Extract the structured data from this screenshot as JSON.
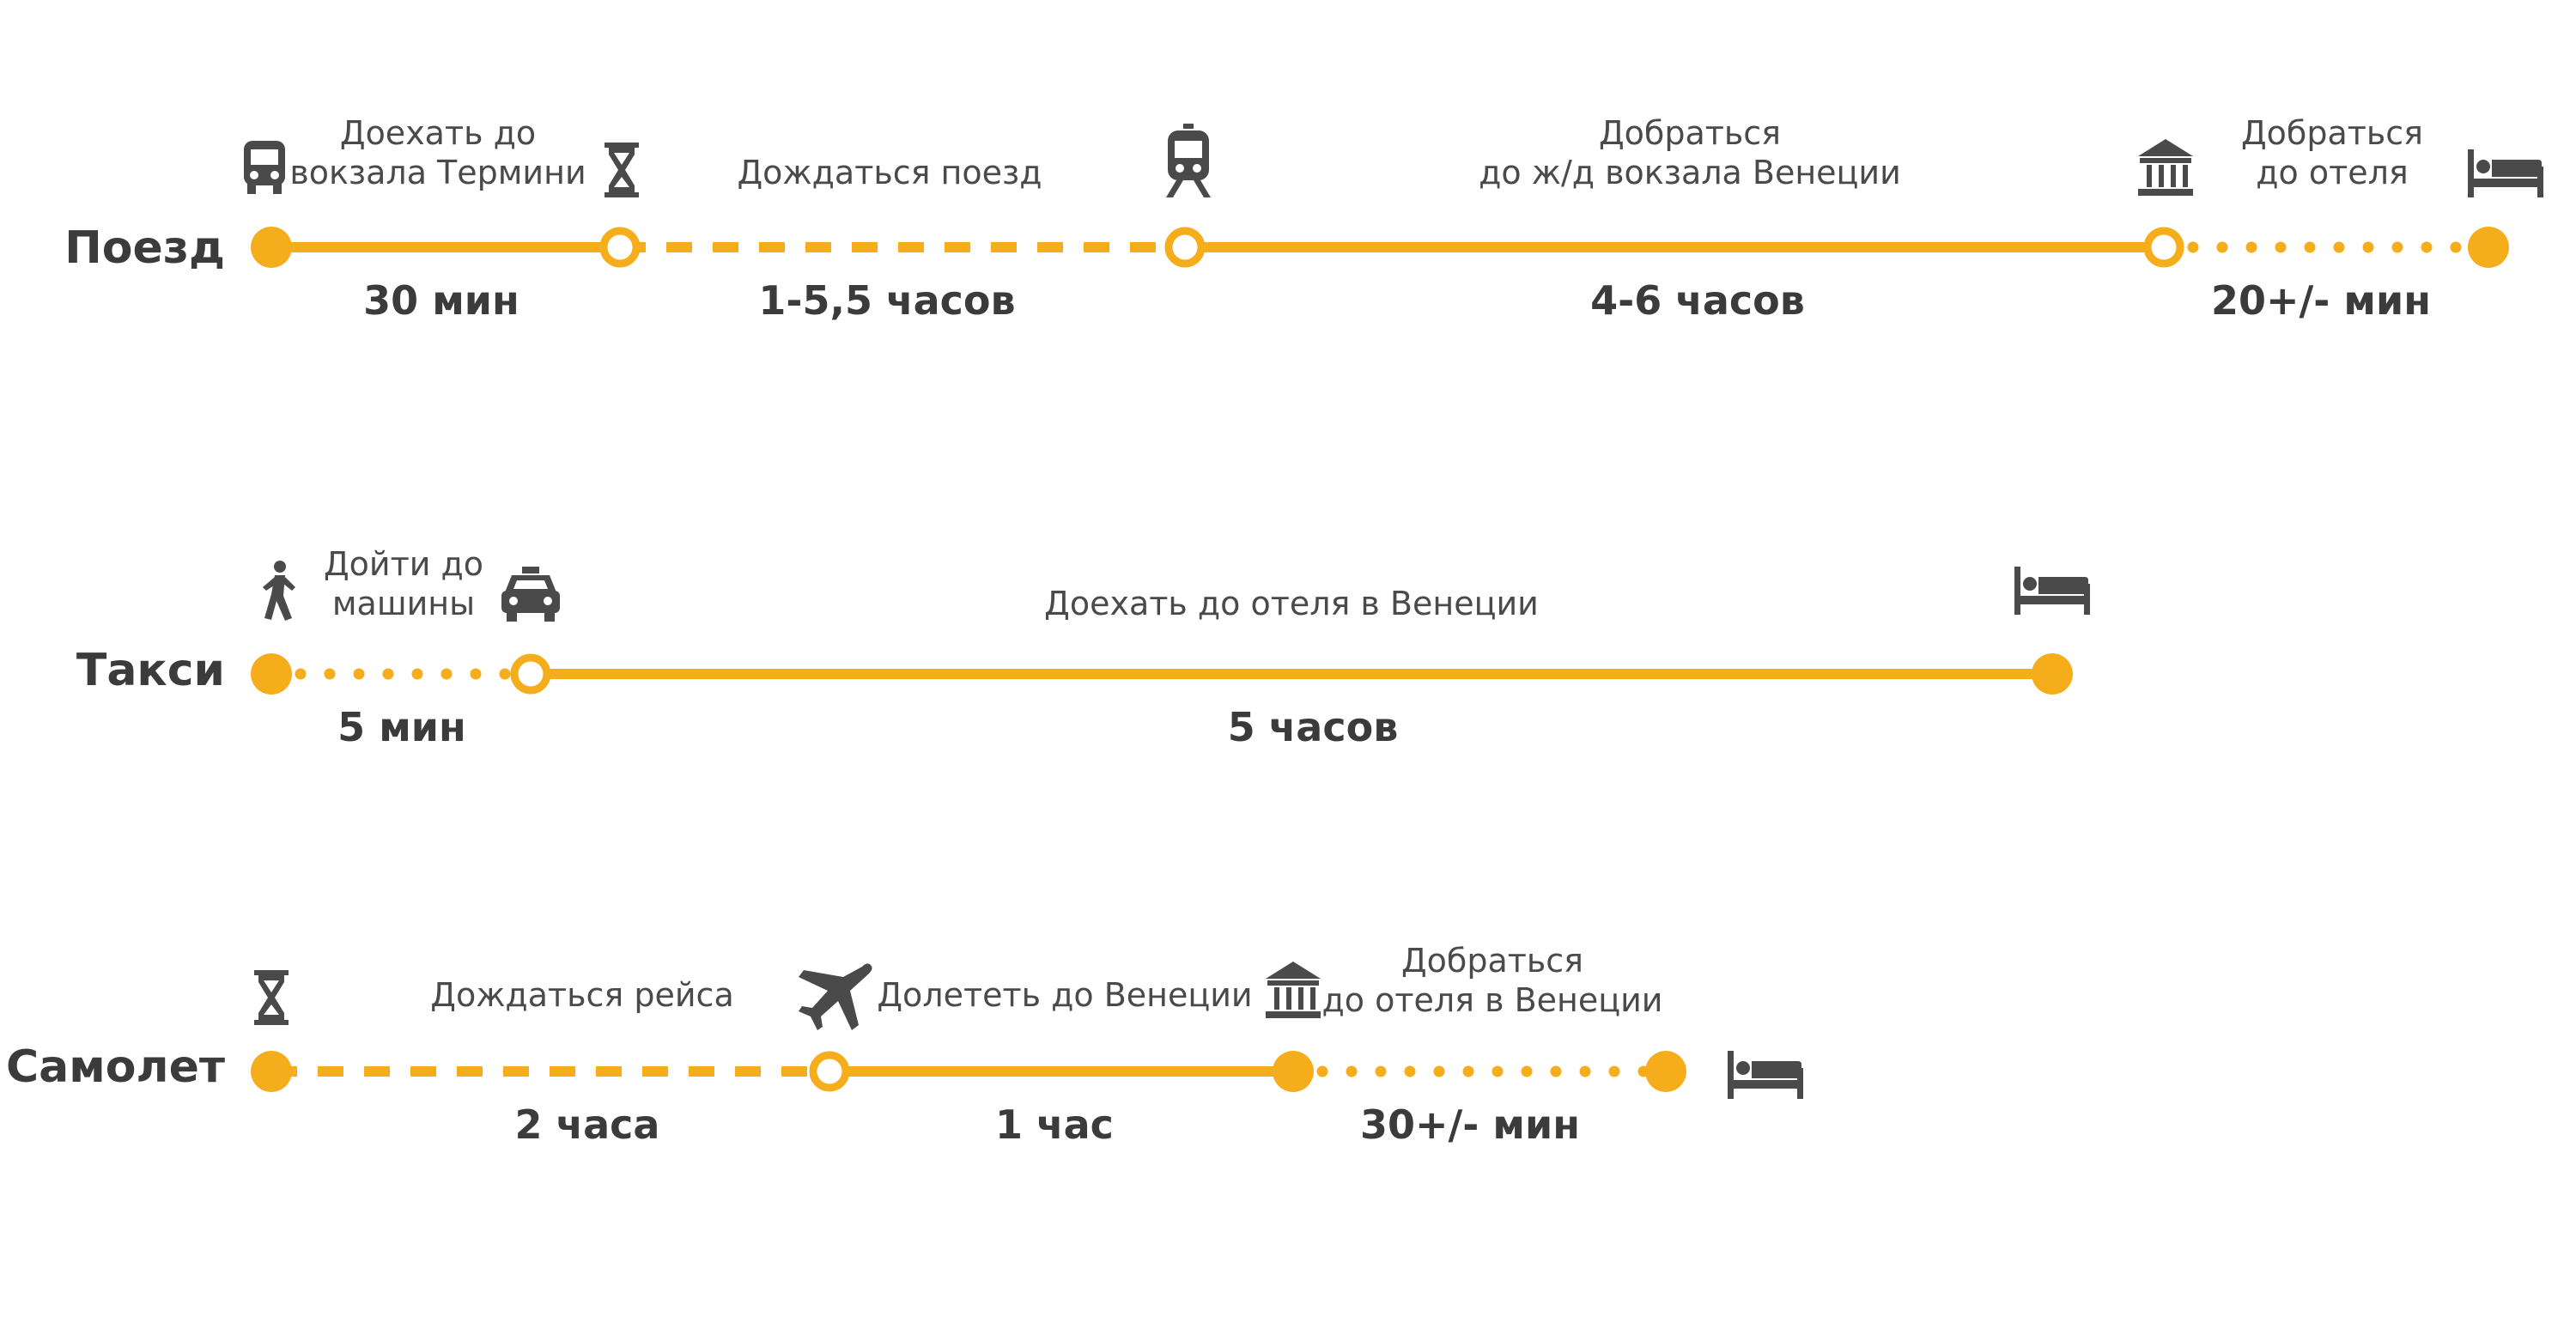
{
  "colors": {
    "accent": "#f5ad1b",
    "icon": "#4a4a4a",
    "text": "#3b3b3b",
    "background": "#ffffff"
  },
  "routes": [
    {
      "title": "Поезд",
      "stops": [
        {
          "icon": "bus-icon",
          "marker": "filled"
        },
        {
          "icon": "hourglass-icon",
          "marker": "hollow"
        },
        {
          "icon": "train-icon",
          "marker": "hollow"
        },
        {
          "icon": "museum-icon",
          "marker": "hollow"
        },
        {
          "icon": "bed-icon",
          "marker": "filled"
        }
      ],
      "segments": [
        {
          "style": "solid",
          "label": [
            "Доехать до",
            "вокзала Термини"
          ],
          "duration": "30 мин"
        },
        {
          "style": "dashed",
          "label": [
            "Дождаться поезд"
          ],
          "duration": "1-5,5 часов"
        },
        {
          "style": "solid",
          "label": [
            "Добраться",
            "до ж/д вокзала Венеции"
          ],
          "duration": "4-6 часов"
        },
        {
          "style": "dotted",
          "label": [
            "Добраться",
            "до отеля"
          ],
          "duration": "20+/- мин"
        }
      ]
    },
    {
      "title": "Такси",
      "stops": [
        {
          "icon": "walking-person-icon",
          "marker": "filled"
        },
        {
          "icon": "taxi-icon",
          "marker": "hollow"
        },
        {
          "icon": "bed-icon",
          "marker": "filled"
        }
      ],
      "segments": [
        {
          "style": "dotted",
          "label": [
            "Дойти до",
            "машины"
          ],
          "duration": "5 мин"
        },
        {
          "style": "solid",
          "label": [
            "Доехать до отеля в Венеции"
          ],
          "duration": "5 часов"
        }
      ]
    },
    {
      "title": "Самолет",
      "stops": [
        {
          "icon": "hourglass-icon",
          "marker": "filled"
        },
        {
          "icon": "airplane-icon",
          "marker": "hollow"
        },
        {
          "icon": "museum-icon",
          "marker": "filled"
        },
        {
          "icon": "bed-icon",
          "marker": "filled"
        }
      ],
      "segments": [
        {
          "style": "dashed",
          "label": [
            "Дождаться рейса"
          ],
          "duration": "2 часа"
        },
        {
          "style": "solid",
          "label": [
            "Долететь до Венеции"
          ],
          "duration": "1 час"
        },
        {
          "style": "dotted",
          "label": [
            "Добраться",
            "до отеля в Венеции"
          ],
          "duration": "30+/- мин"
        }
      ]
    }
  ]
}
